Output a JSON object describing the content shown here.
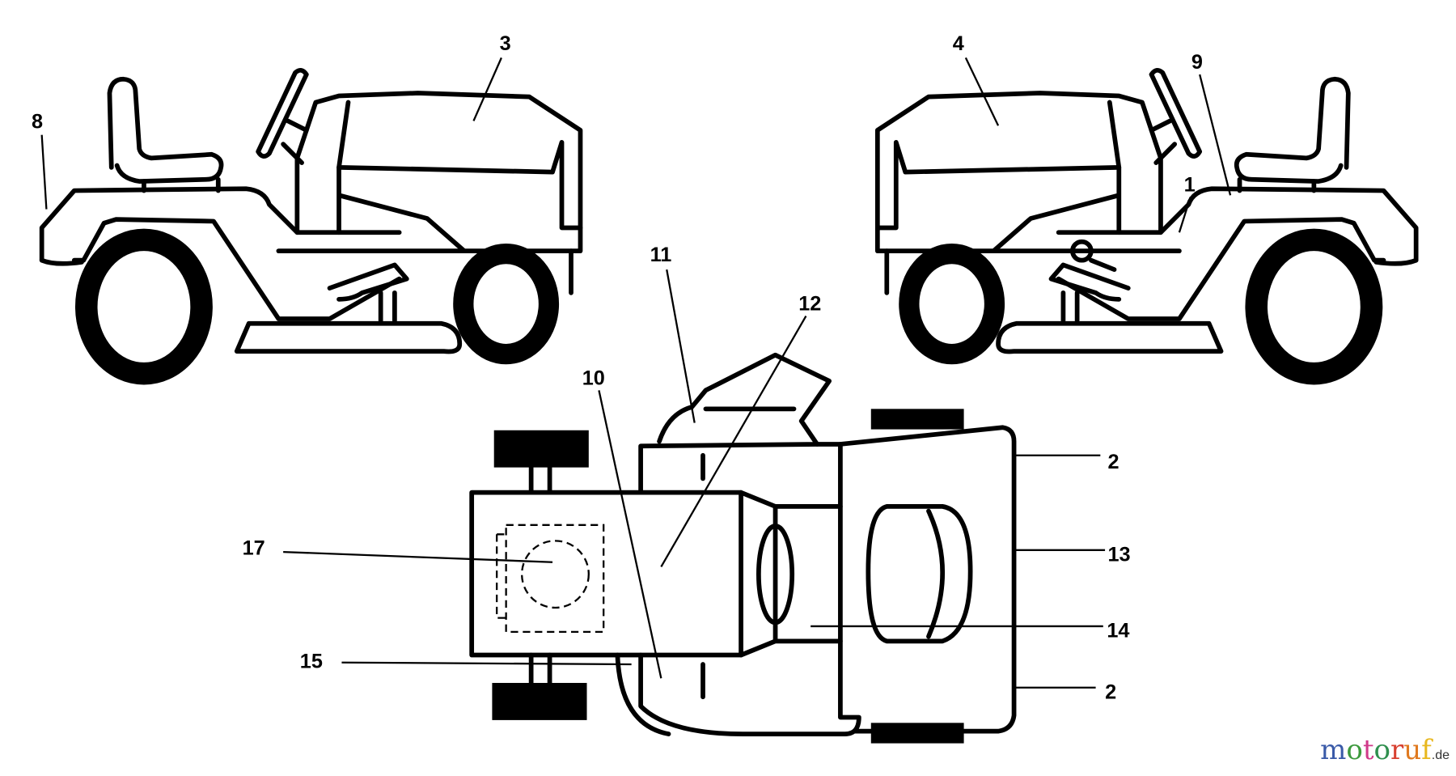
{
  "callouts": {
    "c1": "1",
    "c2a": "2",
    "c2b": "2",
    "c3": "3",
    "c4": "4",
    "c8": "8",
    "c9": "9",
    "c10": "10",
    "c11": "11",
    "c12": "12",
    "c13": "13",
    "c14": "14",
    "c15": "15",
    "c17": "17"
  },
  "watermark": {
    "text": "motoruf",
    "suffix": ".de",
    "colors": [
      "#3a5aa8",
      "#3d9a3d",
      "#d03a8a",
      "#2f8f4e",
      "#d84030",
      "#e07a20",
      "#e8b820"
    ]
  }
}
